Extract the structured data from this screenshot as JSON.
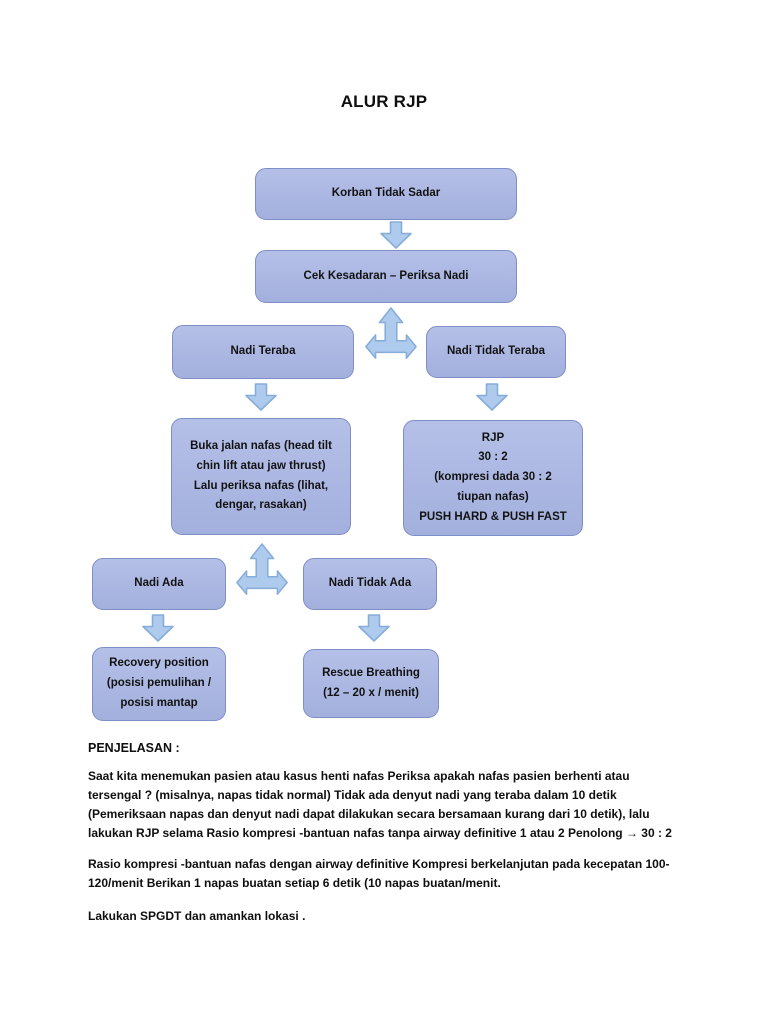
{
  "page": {
    "title": "ALUR RJP"
  },
  "flowchart": {
    "boxes": {
      "korban": {
        "label": "Korban Tidak Sadar"
      },
      "cek": {
        "label": "Cek Kesadaran – Periksa Nadi"
      },
      "nadi_teraba": {
        "label": "Nadi Teraba"
      },
      "nadi_tidak_teraba": {
        "label": "Nadi Tidak Teraba"
      },
      "buka_jalan": {
        "label": "Buka jalan nafas (head tilt\nchin lift atau jaw thrust)\nLalu periksa nafas (lihat,\ndengar, rasakan)"
      },
      "rjp": {
        "label": "RJP\n30 : 2\n(kompresi dada 30 : 2\ntiupan nafas)\nPUSH HARD & PUSH FAST"
      },
      "nadi_ada": {
        "label": "Nadi Ada"
      },
      "nadi_tidak_ada": {
        "label": "Nadi Tidak Ada"
      },
      "recovery": {
        "label": "Recovery position\n(posisi pemulihan /\nposisi mantap"
      },
      "rescue": {
        "label": "Rescue Breathing\n(12 – 20 x / menit)"
      }
    },
    "colors": {
      "box_fill_top": "#b5c0e8",
      "box_fill_bottom": "#a3b0dd",
      "box_border": "#7e8ec6",
      "arrow_fill": "#aecbed",
      "arrow_border": "#86acd9"
    }
  },
  "explanation": {
    "heading": "PENJELASAN :",
    "paragraphs": [
      "Saat kita menemukan pasien atau kasus henti nafas Periksa apakah nafas pasien berhenti atau\ntersengal ? (misalnya, napas tidak normal) Tidak ada denyut nadi yang teraba dalam 10 detik\n(Pemeriksaan napas dan denyut nadi dapat dilakukan secara bersamaan kurang dari 10 detik), lalu\nlakukan RJP selama Rasio kompresi -bantuan nafas tanpa airway definitive 1 atau 2 Penolong → 30 : 2",
      "Rasio kompresi -bantuan nafas dengan airway definitive Kompresi berkelanjutan pada kecepatan 100-\n120/menit Berikan 1 napas buatan setiap 6 detik (10 napas buatan/menit.",
      "Lakukan SPGDT dan amankan lokasi ."
    ]
  }
}
